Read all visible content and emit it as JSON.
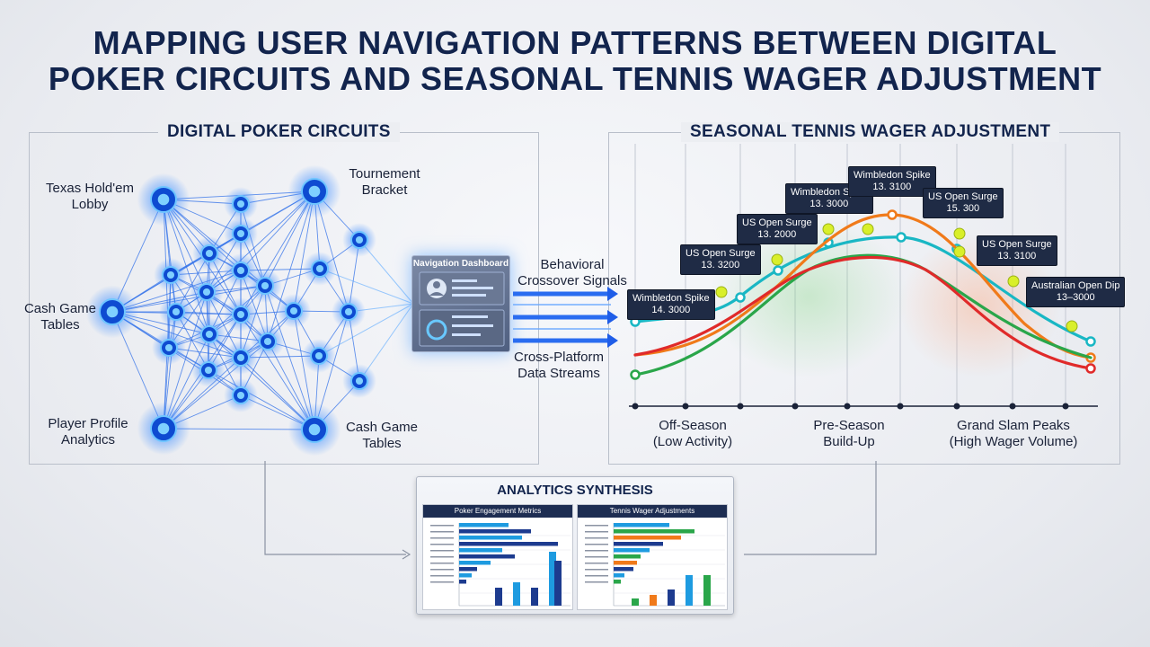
{
  "title": {
    "line1": "MAPPING USER NAVIGATION PATTERNS BETWEEN DIGITAL",
    "line2": "POKER CIRCUITS AND SEASONAL TENNIS WAGER ADJUSTMENT"
  },
  "left_panel": {
    "title": "DIGITAL POKER CIRCUITS",
    "labels": {
      "holdem": [
        "Texas Hold'em",
        "Lobby"
      ],
      "tournament": [
        "Tournement",
        "Bracket"
      ],
      "cash_left": [
        "Cash Game",
        "Tables"
      ],
      "profile": [
        "Player Profile",
        "Analytics"
      ],
      "cash_right": [
        "Cash Game",
        "Tables"
      ]
    }
  },
  "bridge": {
    "card_title": "Navigation Dashboard",
    "top_label": [
      "Behavioral",
      "Crossover Signals"
    ],
    "bottom_label": [
      "Cross-Platform",
      "Data Streams"
    ]
  },
  "right_panel": {
    "title": "SEASONAL TENNIS WAGER ADJUSTMENT",
    "callouts": [
      {
        "line1": "Wimbledon Spike",
        "line2": "14. 3000"
      },
      {
        "line1": "US Open Surge",
        "line2": "13. 3200"
      },
      {
        "line1": "US Open Surge",
        "line2": "13. 2000"
      },
      {
        "line1": "Wimbledon Spike",
        "line2": "13. 3000"
      },
      {
        "line1": "Wimbledon Spike",
        "line2": "13. 3100"
      },
      {
        "line1": "US Open Surge",
        "line2": "15. 300"
      },
      {
        "line1": "US Open Surge",
        "line2": "13. 3100"
      },
      {
        "line1": "Australian Open Dip",
        "line2": "13–3000"
      }
    ],
    "phases": [
      {
        "line1": "Off-Season",
        "line2": "(Low Activity)"
      },
      {
        "line1": "Pre-Season",
        "line2": "Build-Up"
      },
      {
        "line1": "Grand Slam Peaks",
        "line2": "(High Wager Volume)"
      }
    ],
    "series_colors": [
      "#19b7c4",
      "#f07a1a",
      "#2aa64a",
      "#e02a2a"
    ]
  },
  "synthesis": {
    "title": "ANALYTICS SYNTHESIS",
    "poker_chart": {
      "title": "Poker Engagement Metrics",
      "bar_color_a": "#1e9be0",
      "bar_color_b": "#1d3b8f"
    },
    "tennis_chart": {
      "title": "Tennis Wager Adjustments",
      "bar_colors": [
        "#1e9be0",
        "#2aa64a",
        "#f07a1a",
        "#1d3b8f"
      ]
    }
  },
  "colors": {
    "title": "#12244d",
    "node_glow": "#2f8cff",
    "arrow": "#2a6cf0"
  }
}
